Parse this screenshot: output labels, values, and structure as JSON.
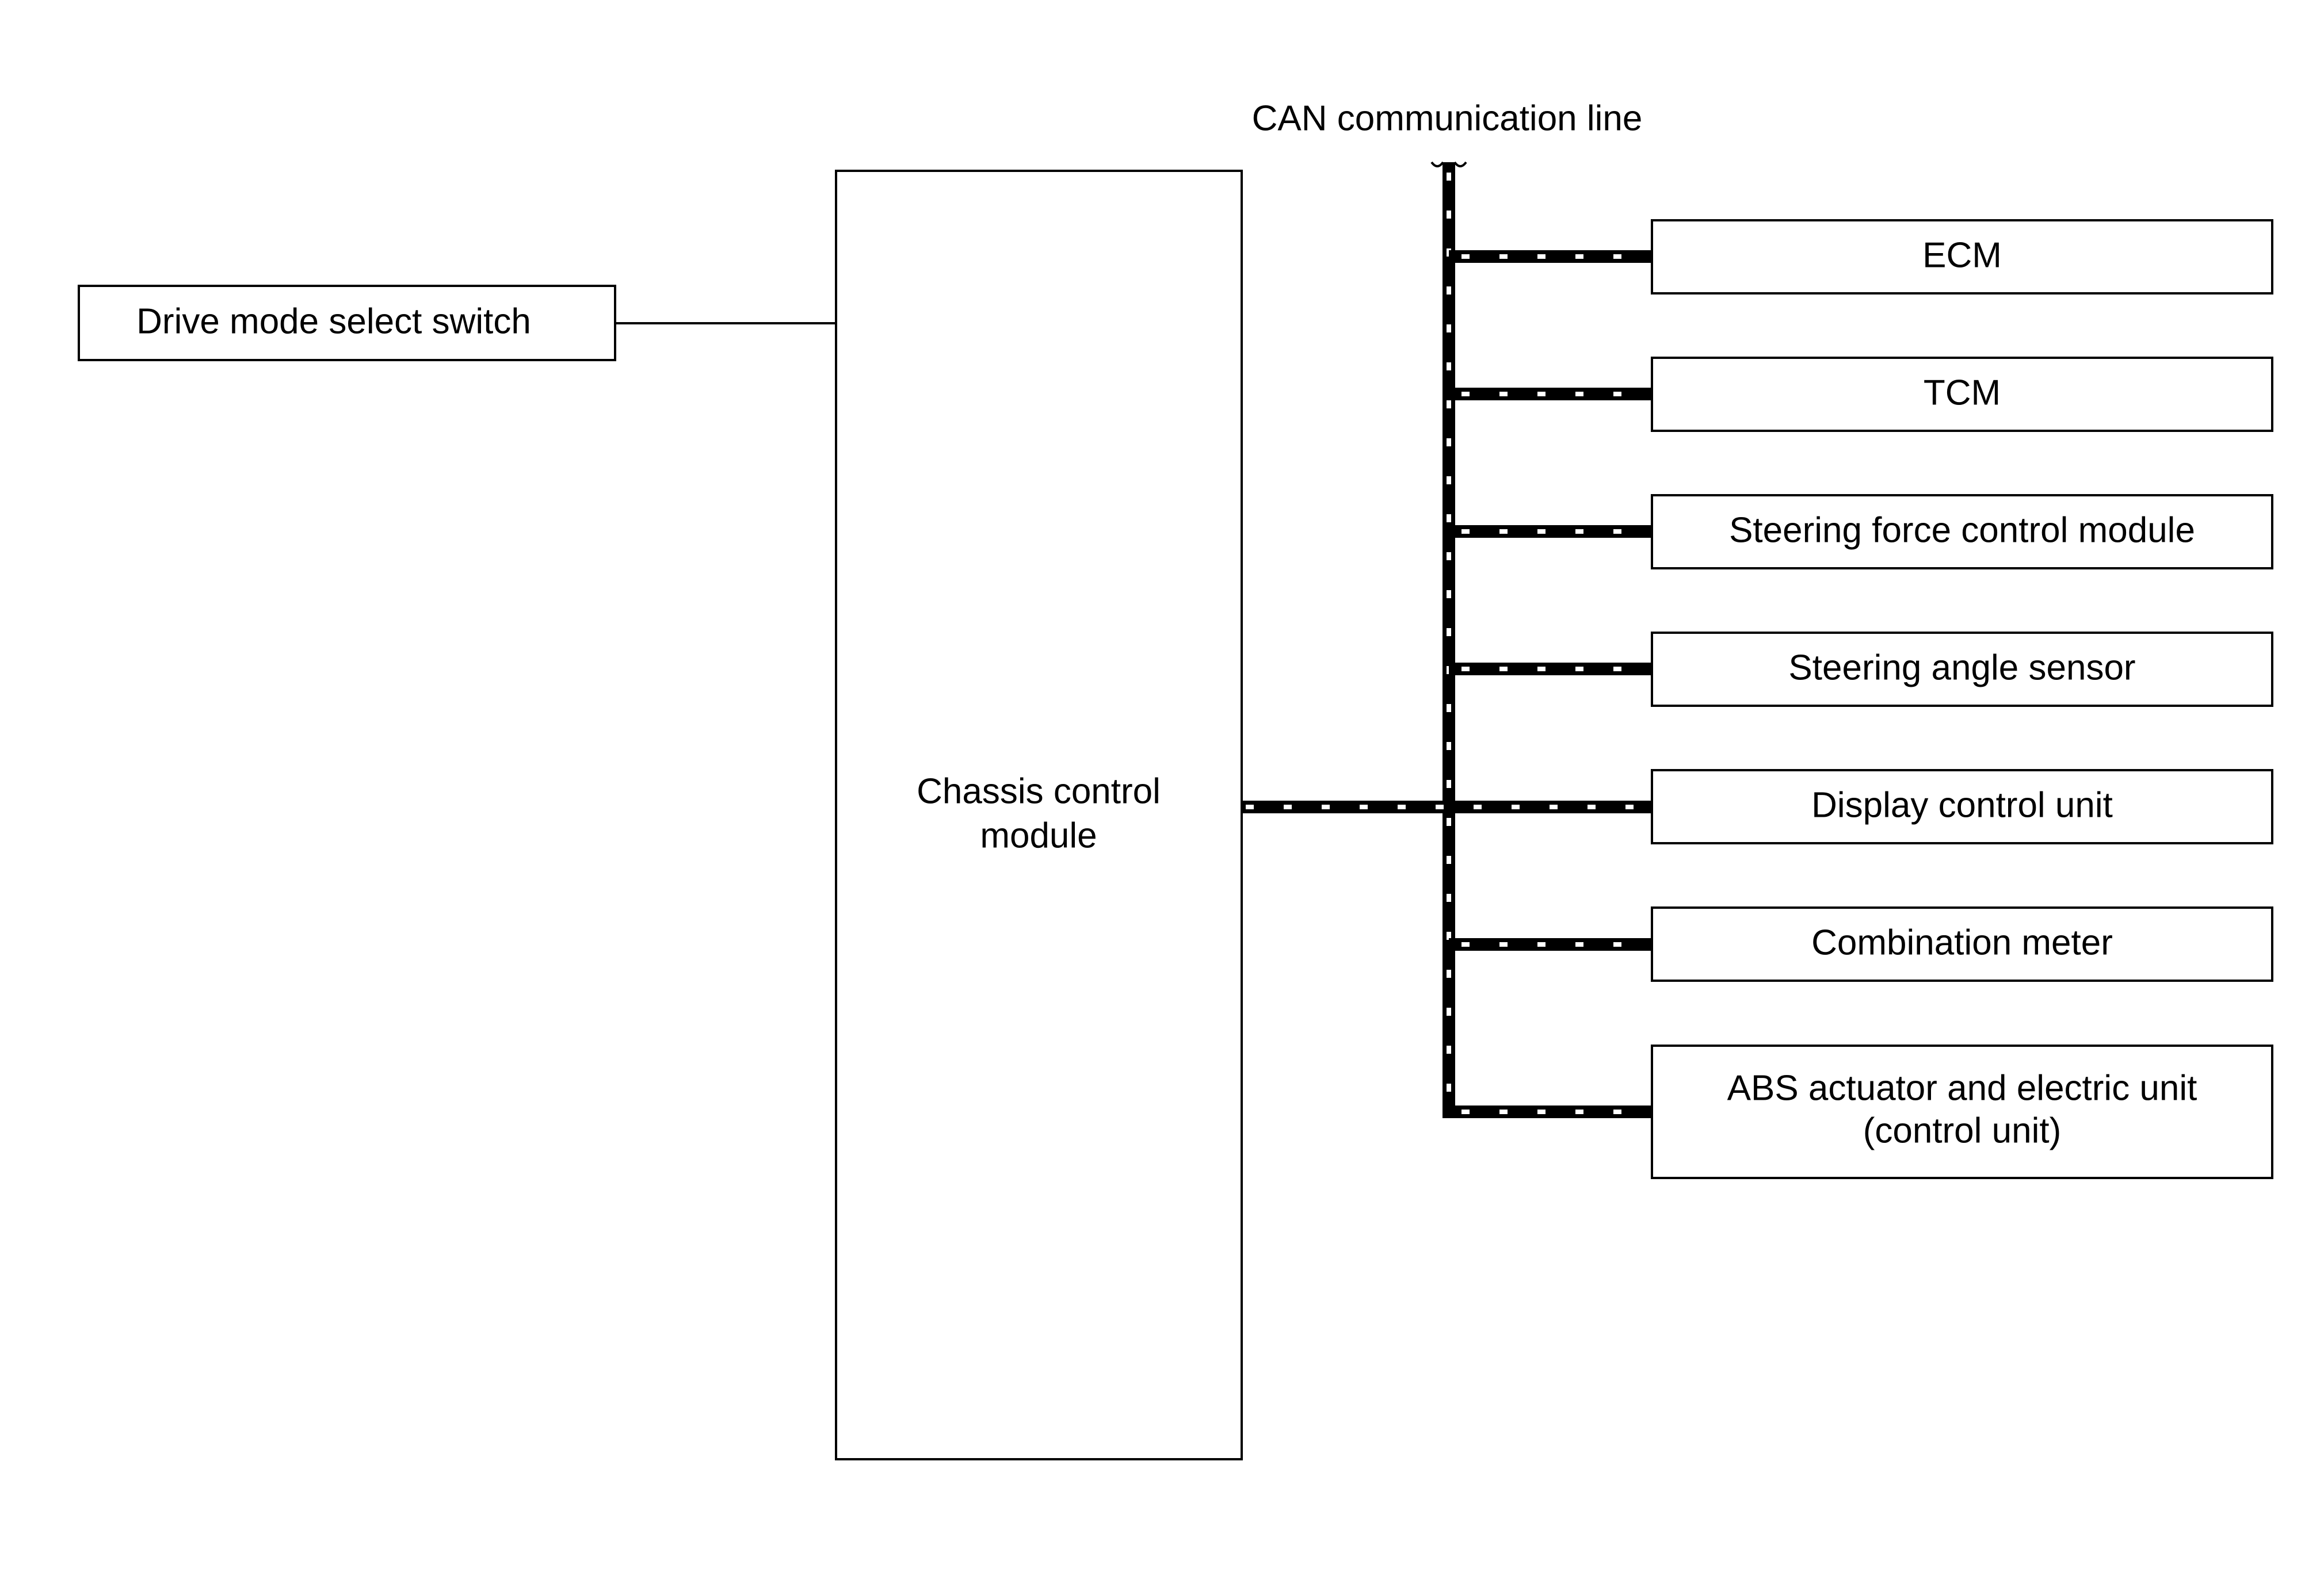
{
  "diagram": {
    "bus_label": "CAN communication line",
    "switch": {
      "label": "Drive mode select switch"
    },
    "central": {
      "line1": "Chassis control",
      "line2": "module"
    },
    "modules": [
      {
        "line1": "ECM"
      },
      {
        "line1": "TCM"
      },
      {
        "line1": "Steering force control module"
      },
      {
        "line1": "Steering angle sensor"
      },
      {
        "line1": "Display control unit"
      },
      {
        "line1": "Combination meter"
      },
      {
        "line1": "ABS actuator and electric unit",
        "line2": "(control unit)"
      }
    ],
    "colors": {
      "line": "#000000",
      "background": "#ffffff"
    }
  }
}
